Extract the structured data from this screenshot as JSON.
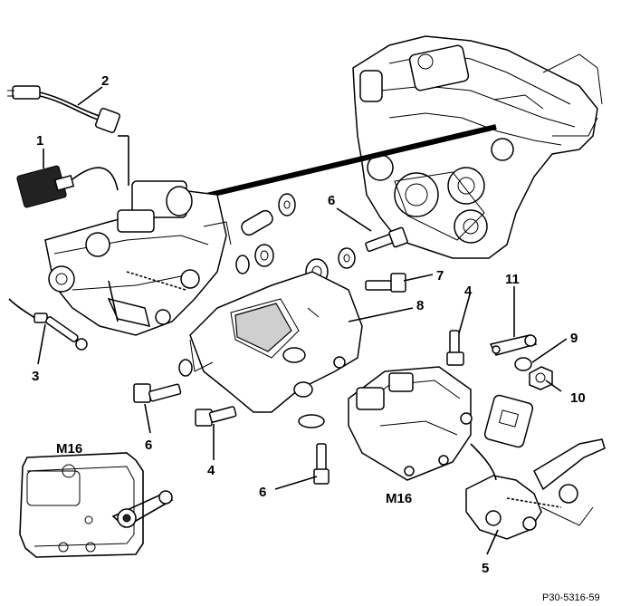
{
  "callouts": [
    {
      "id": "c1",
      "label": "1"
    },
    {
      "id": "c2",
      "label": "2"
    },
    {
      "id": "c3",
      "label": "3"
    },
    {
      "id": "c4a",
      "label": "4"
    },
    {
      "id": "c4b",
      "label": "4"
    },
    {
      "id": "c5",
      "label": "5"
    },
    {
      "id": "c6a",
      "label": "6"
    },
    {
      "id": "c6b",
      "label": "6"
    },
    {
      "id": "c6c",
      "label": "6"
    },
    {
      "id": "c7",
      "label": "7"
    },
    {
      "id": "c8",
      "label": "8"
    },
    {
      "id": "c9",
      "label": "9"
    },
    {
      "id": "c10",
      "label": "10"
    },
    {
      "id": "c11",
      "label": "11"
    }
  ],
  "components": {
    "m16_left": "M16",
    "m16_center": "M16"
  },
  "reference_code": "P30-5316-59"
}
